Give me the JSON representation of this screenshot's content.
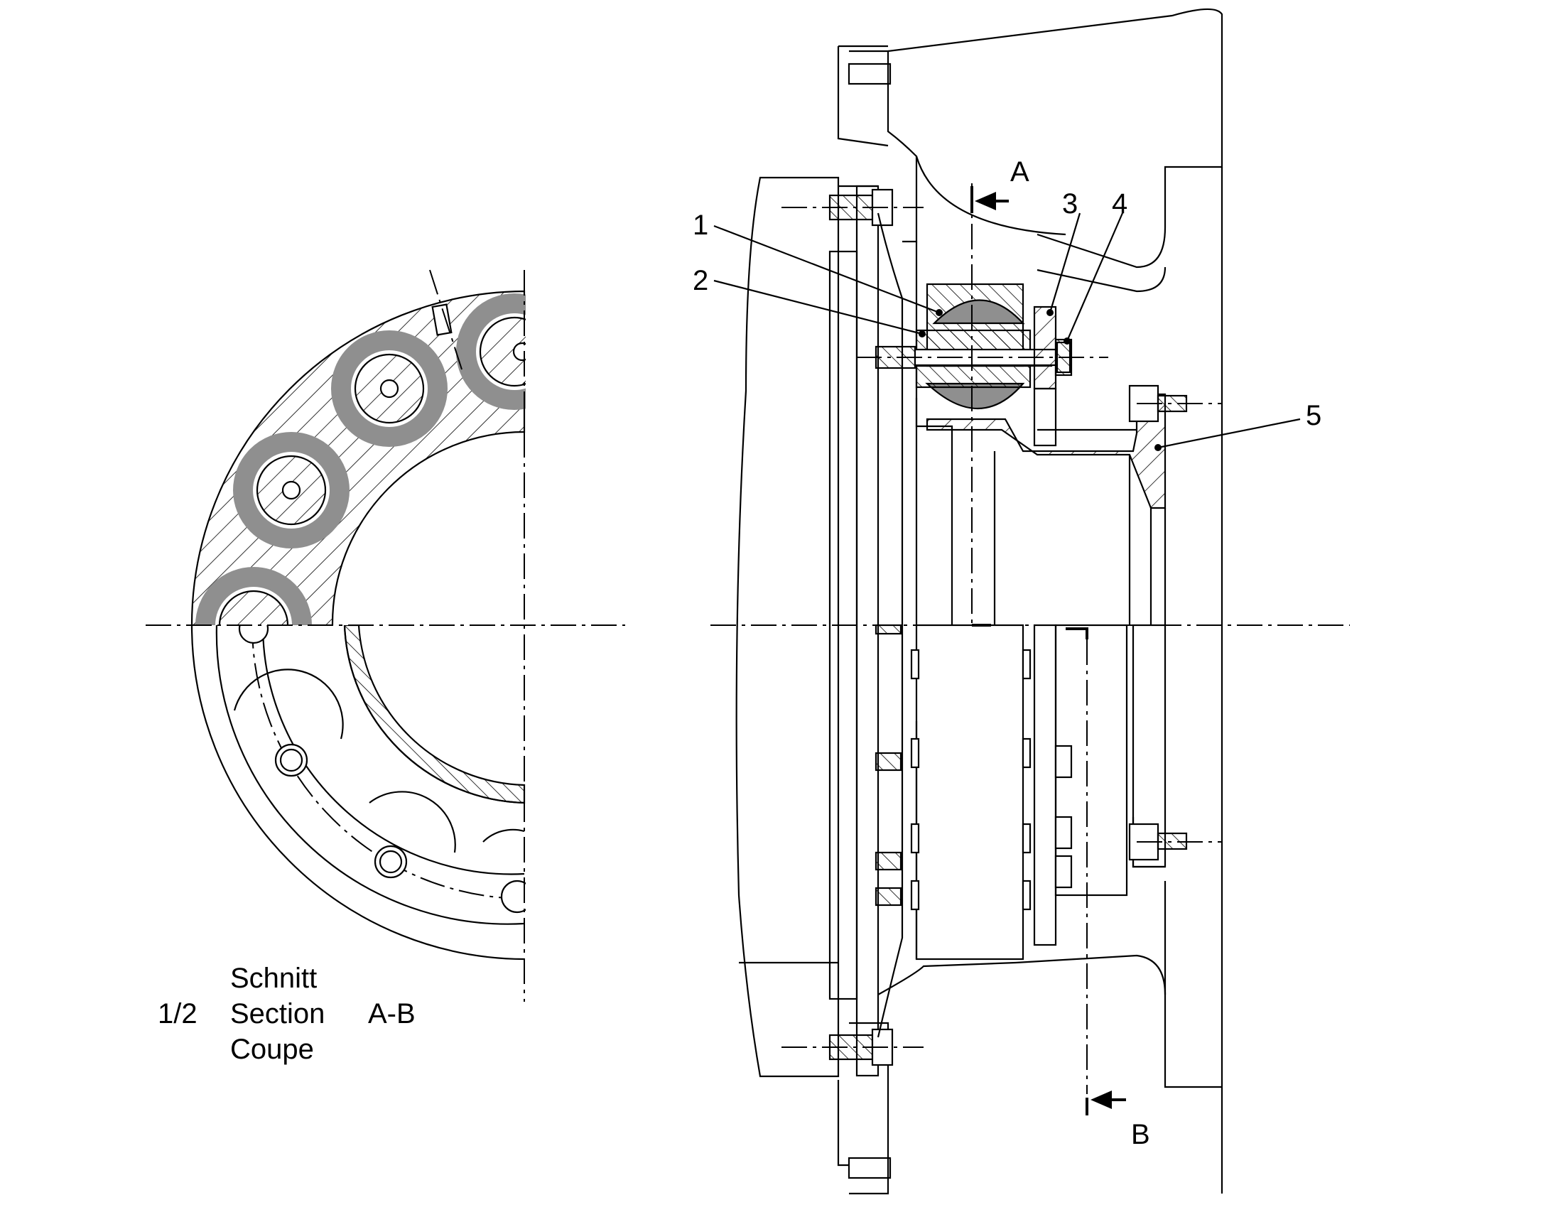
{
  "callouts": [
    {
      "id": "1",
      "text": "1"
    },
    {
      "id": "2",
      "text": "2"
    },
    {
      "id": "3",
      "text": "3"
    },
    {
      "id": "4",
      "text": "4"
    },
    {
      "id": "5",
      "text": "5"
    }
  ],
  "section_marks": {
    "a": "A",
    "b": "B"
  },
  "caption": {
    "scale": "1/2",
    "line_de": "Schnitt",
    "line_en": "Section",
    "line_fr": "Coupe",
    "section_name": "A-B"
  },
  "colors": {
    "line": "#000000",
    "rubber": "#8f8f8f",
    "background": "#ffffff"
  }
}
